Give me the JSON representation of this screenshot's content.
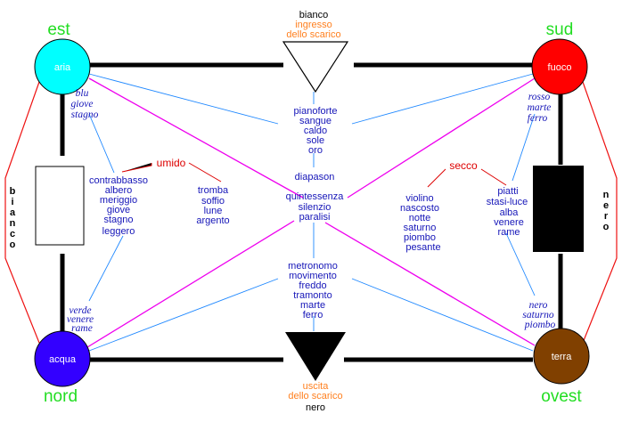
{
  "directions": {
    "est": "est",
    "sud": "sud",
    "nord": "nord",
    "ovest": "ovest"
  },
  "nodes": {
    "aria": "aria",
    "fuoco": "fuoco",
    "acqua": "acqua",
    "terra": "terra"
  },
  "top": {
    "color": "bianco",
    "label1": "ingresso",
    "label2": "dello scarico"
  },
  "bottom": {
    "label1": "uscita",
    "label2": "dello scarico",
    "color": "nero"
  },
  "left_vertical": [
    "b",
    "i",
    "a",
    "n",
    "c",
    "o"
  ],
  "right_vertical": [
    "n",
    "e",
    "r",
    "o"
  ],
  "nw_assoc": [
    "blu",
    "giove",
    "stagno"
  ],
  "ne_assoc": [
    "rosso",
    "marte",
    "ferro"
  ],
  "sw_assoc": [
    "verde",
    "venere",
    "rame"
  ],
  "se_assoc": [
    "nero",
    "saturno",
    "piombo"
  ],
  "upper_center": [
    "pianoforte",
    "sangue",
    "caldo",
    "sole",
    "oro"
  ],
  "center": [
    "diapason",
    "quintessenza",
    "silenzio",
    "paralisi"
  ],
  "lower_center": [
    "metronomo",
    "movimento",
    "freddo",
    "tramonto",
    "marte",
    "ferro"
  ],
  "umido": {
    "label": "umido",
    "left": [
      "contrabbasso",
      "albero",
      "meriggio",
      "giove",
      "stagno",
      "leggero"
    ],
    "right": [
      "tromba",
      "soffio",
      "lune",
      "argento"
    ]
  },
  "secco": {
    "label": "secco",
    "left": [
      "violino",
      "nascosto",
      "notte",
      "saturno",
      "piombo",
      "pesante"
    ],
    "right": [
      "piatti",
      "stasi-luce",
      "alba",
      "venere",
      "rame"
    ]
  },
  "colors": {
    "aria": "#00ffff",
    "fuoco": "#ff0000",
    "acqua": "#3300ff",
    "terra": "#804000",
    "direction": "#22dd22",
    "orange": "#ff8020",
    "blue_text": "#1515b8",
    "magenta": "#ee00ee",
    "line_blue": "#1f88ff"
  }
}
